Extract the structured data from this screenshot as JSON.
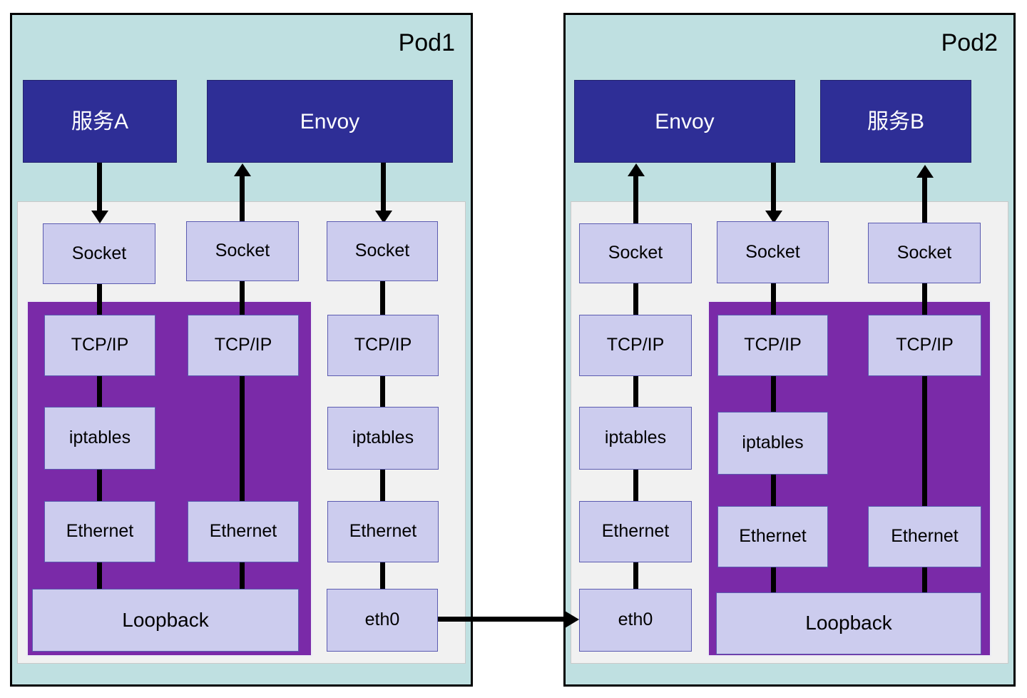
{
  "diagram": {
    "title_hidden": "",
    "colors": {
      "pod_background": "#bfe0e1",
      "pod_border": "#000000",
      "kernel_background": "#f1f1f1",
      "loopback_zone": "#7a2aa8",
      "app_box": "#2e2e96",
      "app_text": "#ffffff",
      "node_box": "#ccccee",
      "node_border": "#5b5bb0",
      "connector": "#000000"
    }
  },
  "pods": [
    {
      "id": "pod1",
      "label": "Pod1",
      "apps": [
        {
          "name": "service-a",
          "label": "服务A"
        },
        {
          "name": "envoy",
          "label": "Envoy"
        }
      ],
      "columns": [
        {
          "name": "service-a-egress",
          "nodes": [
            "Socket",
            "TCP/IP",
            "iptables",
            "Ethernet"
          ],
          "terminal": "Loopback"
        },
        {
          "name": "envoy-ingress",
          "nodes": [
            "Socket",
            "TCP/IP",
            "Ethernet"
          ],
          "terminal": "Loopback"
        },
        {
          "name": "envoy-egress",
          "nodes": [
            "Socket",
            "TCP/IP",
            "iptables",
            "Ethernet"
          ],
          "terminal": "eth0"
        }
      ],
      "terminals": [
        "Loopback",
        "eth0"
      ]
    },
    {
      "id": "pod2",
      "label": "Pod2",
      "apps": [
        {
          "name": "envoy",
          "label": "Envoy"
        },
        {
          "name": "service-b",
          "label": "服务B"
        }
      ],
      "columns": [
        {
          "name": "envoy-ingress-external",
          "nodes": [
            "Socket",
            "TCP/IP",
            "iptables",
            "Ethernet"
          ],
          "terminal": "eth0"
        },
        {
          "name": "envoy-egress-local",
          "nodes": [
            "Socket",
            "TCP/IP",
            "iptables",
            "Ethernet"
          ],
          "terminal": "Loopback"
        },
        {
          "name": "service-b-ingress",
          "nodes": [
            "Socket",
            "TCP/IP",
            "Ethernet"
          ],
          "terminal": "Loopback"
        }
      ],
      "terminals": [
        "eth0",
        "Loopback"
      ]
    }
  ],
  "labels": {
    "pod1": "Pod1",
    "pod2": "Pod2",
    "service_a": "服务A",
    "service_b": "服务B",
    "envoy": "Envoy",
    "socket": "Socket",
    "tcpip": "TCP/IP",
    "iptables": "iptables",
    "ethernet": "Ethernet",
    "loopback": "Loopback",
    "eth0": "eth0"
  }
}
